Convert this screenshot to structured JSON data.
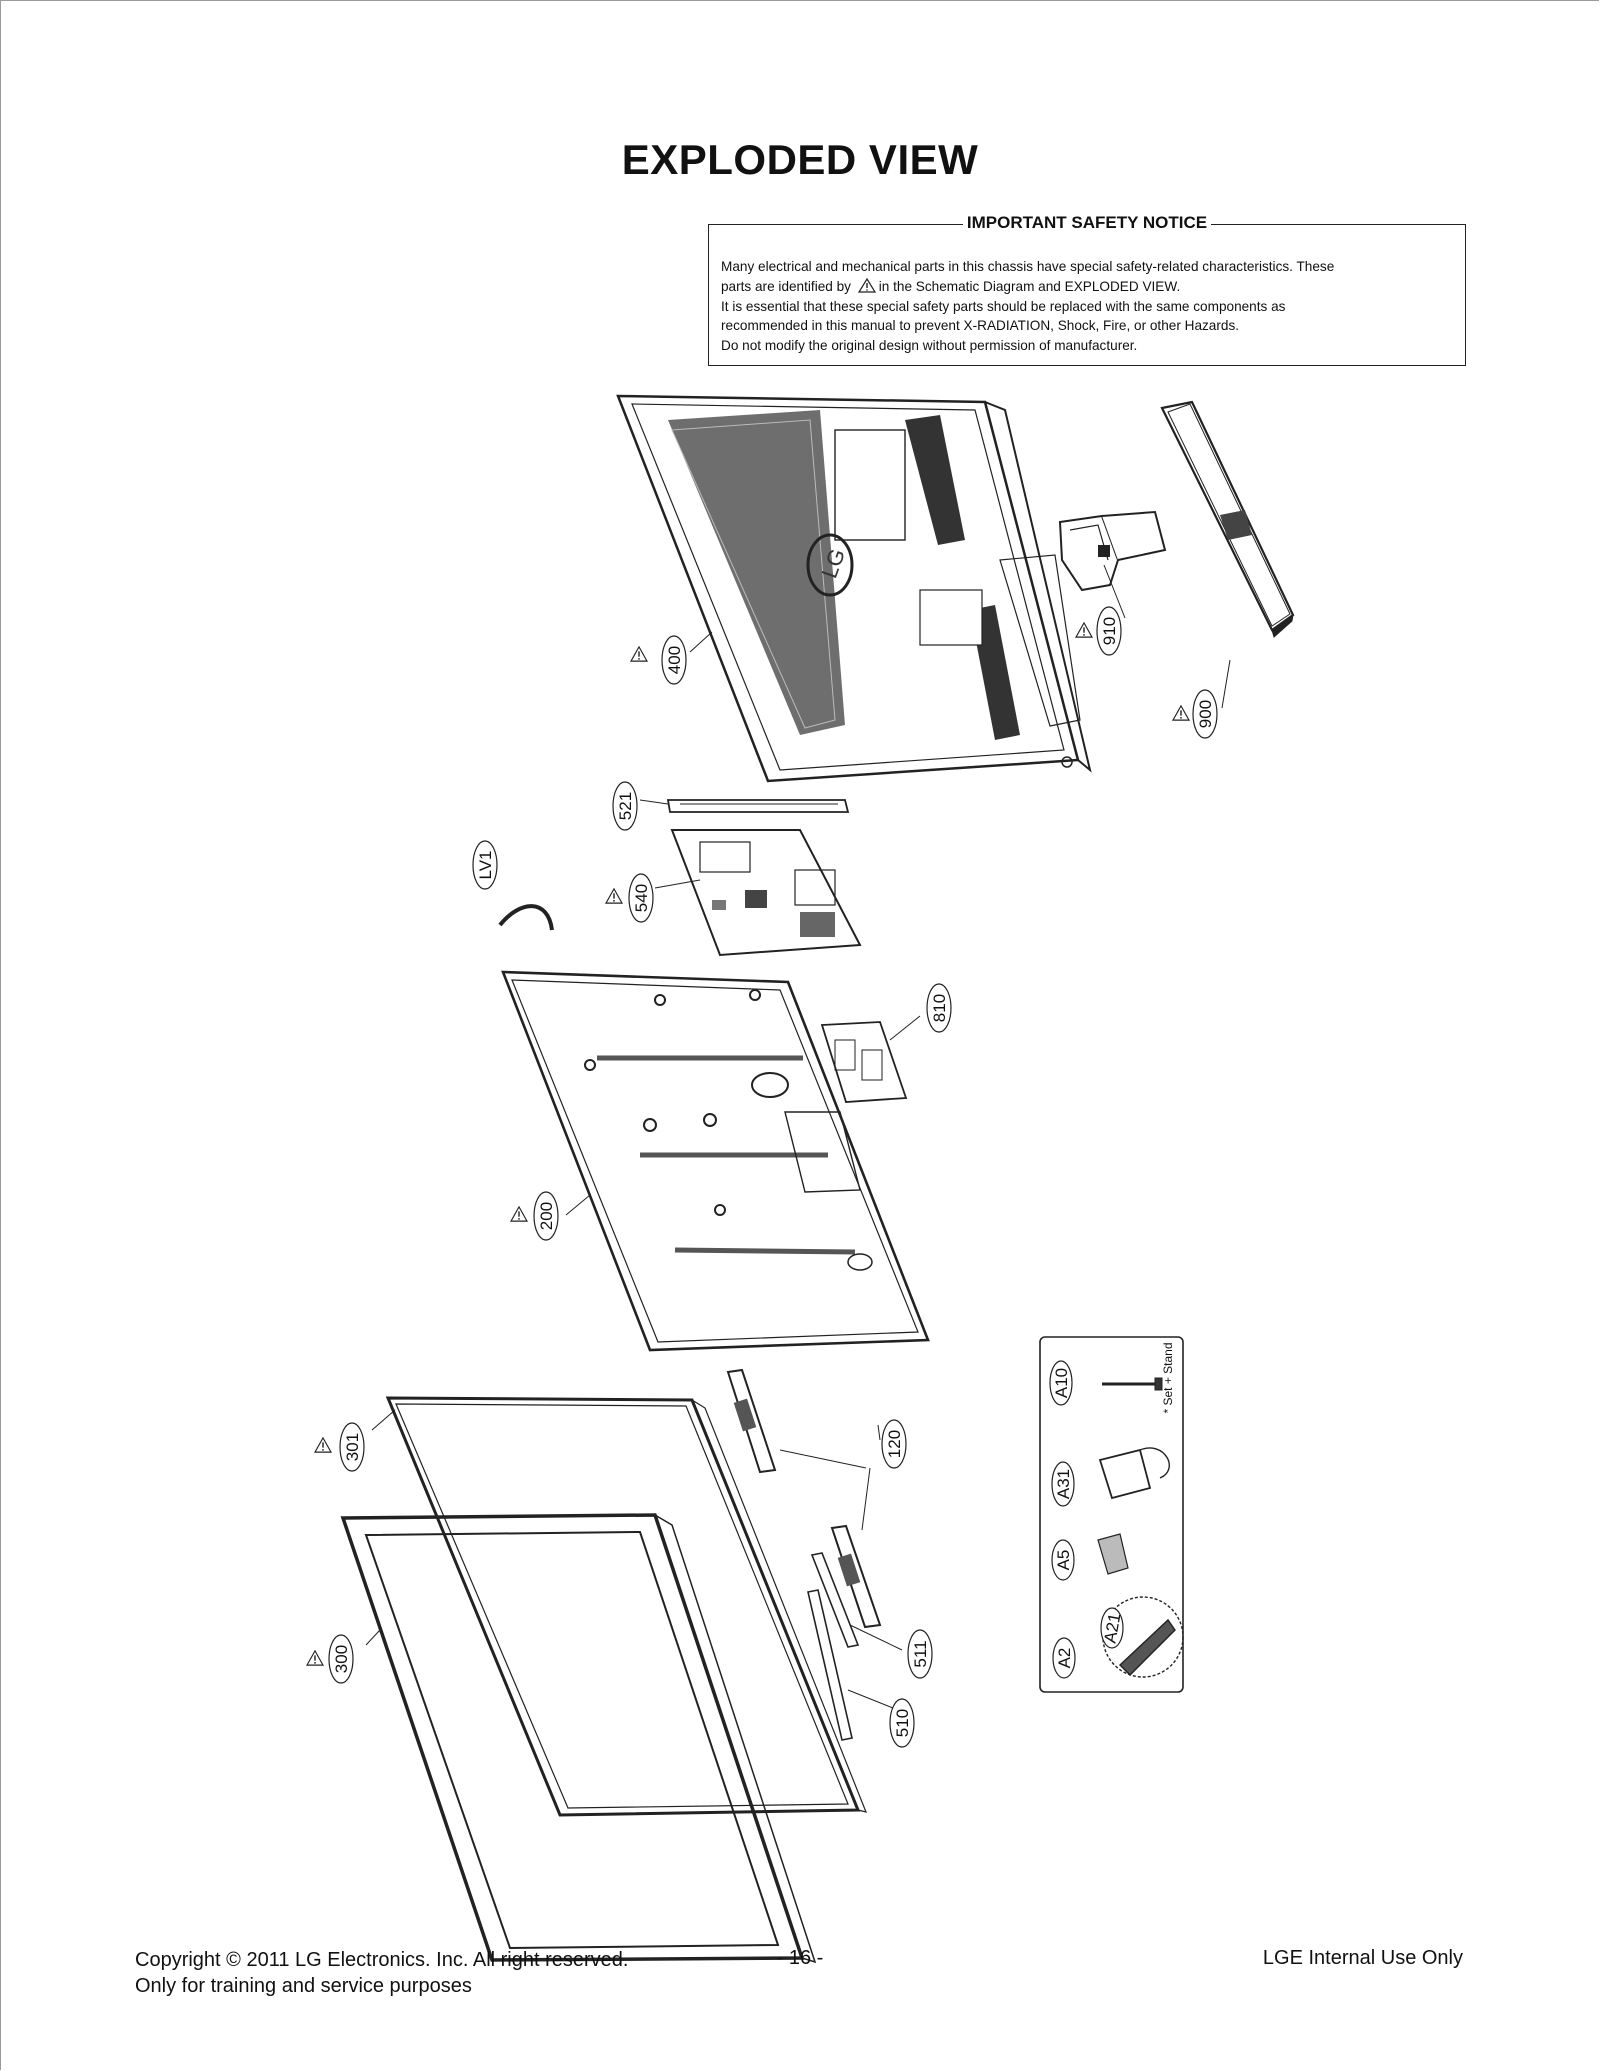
{
  "title": "EXPLODED VIEW",
  "notice": {
    "title": "IMPORTANT SAFETY NOTICE",
    "line1": "Many electrical and mechanical parts in this chassis have special safety-related characteristics. These",
    "line2_a": "parts are identified by",
    "line2_b": "in the Schematic Diagram and EXPLODED VIEW.",
    "line3": "It is essential that these special safety parts should be replaced with the same components as",
    "line4": "recommended in this manual to prevent X-RADIATION, Shock, Fire, or other Hazards.",
    "line5": "Do not modify the original design without permission of manufacturer."
  },
  "callouts": {
    "c400": "400",
    "c910": "910",
    "c900": "900",
    "c521": "521",
    "cLV1": "LV1",
    "c540": "540",
    "c810": "810",
    "c200": "200",
    "c301": "301",
    "c120": "120",
    "c300": "300",
    "c511": "511",
    "c510": "510"
  },
  "accessories": {
    "a10": "A10",
    "a31": "A31",
    "a5": "A5",
    "a2": "A2",
    "a21": "A21",
    "note": "* Set + Stand"
  },
  "footer": {
    "copyright": "Copyright  © 2011 LG Electronics. Inc. All right reserved.",
    "training": "Only for training and service purposes",
    "page": "- 16 -",
    "internal": "LGE Internal Use Only"
  }
}
